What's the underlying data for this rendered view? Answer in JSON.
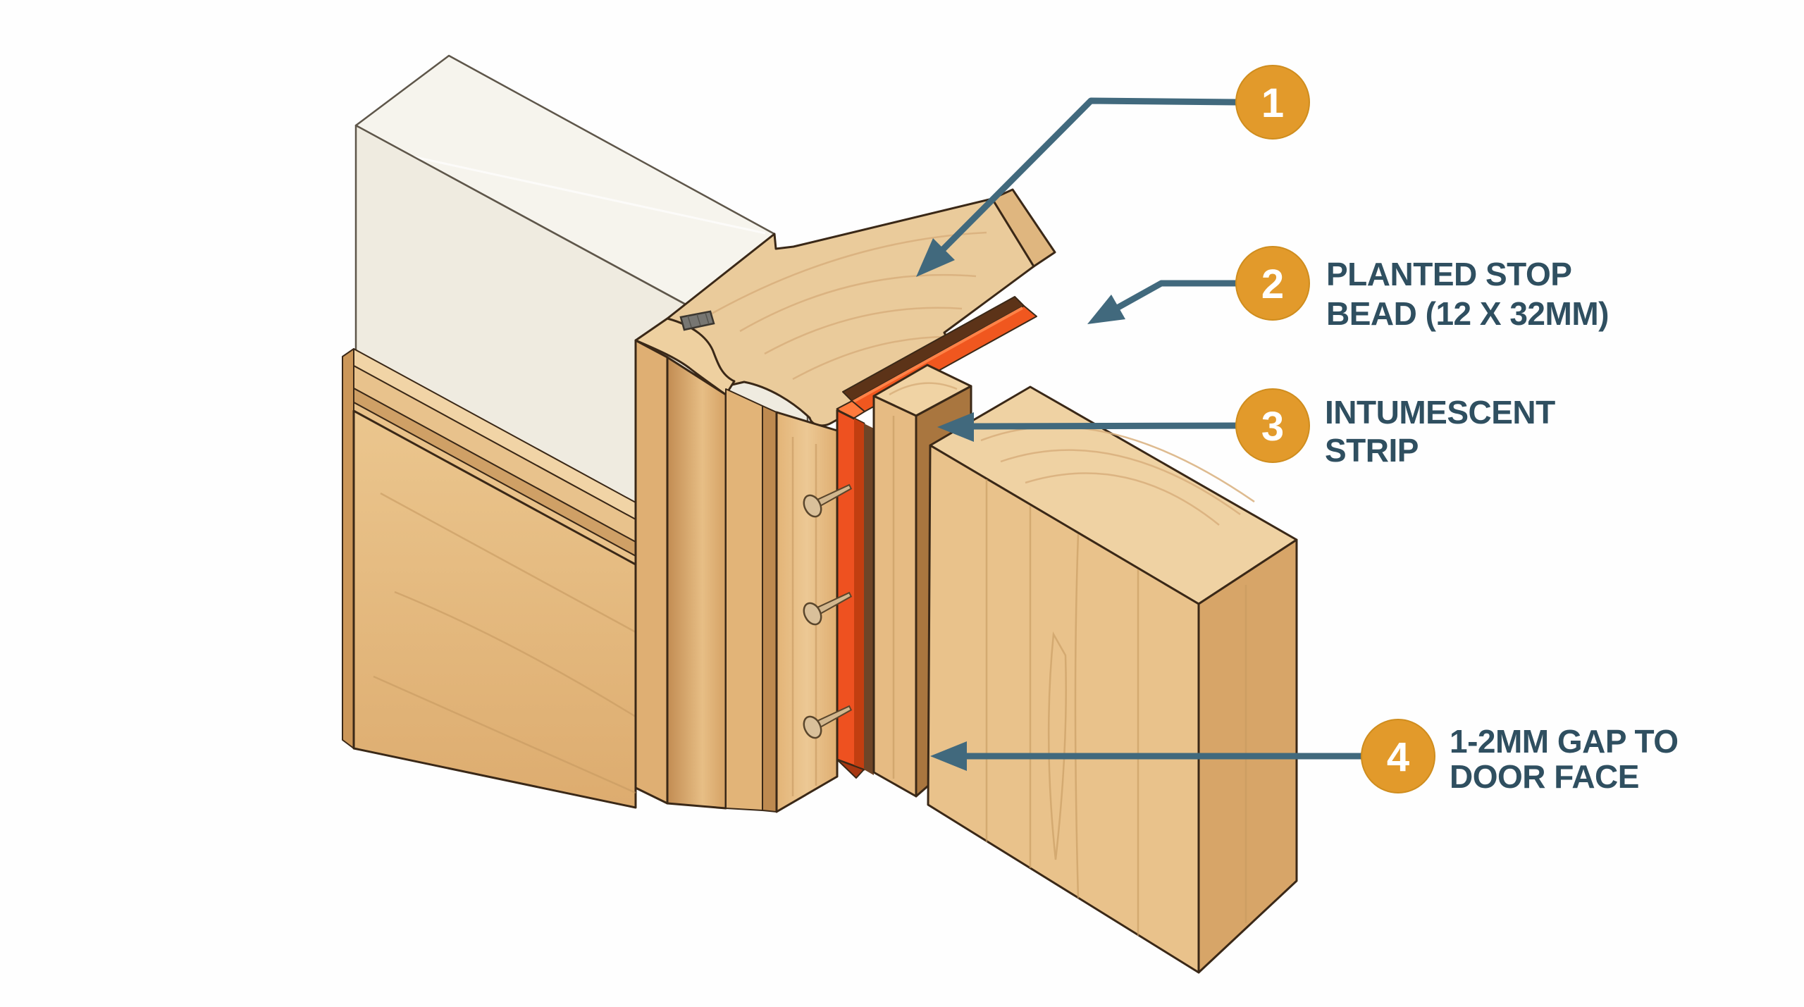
{
  "colors": {
    "background": "#FEFEFE",
    "callout_circle": "#E29A2B",
    "callout_circle_edge": "#CF8D1E",
    "leader_teal": "#41697D",
    "label_text": "#2F4F60",
    "intumescent_orange": "#EE5120",
    "intumescent_dark": "#C23E10",
    "wood_face": "#E9C28B",
    "wood_end_grain": "#EFD2A3",
    "wood_side": "#D7A568",
    "wall_plaster": "#EFEBE0",
    "outline": "#3A2817"
  },
  "callouts": [
    {
      "number": "1",
      "lines": []
    },
    {
      "number": "2",
      "lines": [
        "PLANTED STOP",
        "BEAD (12 X 32MM)"
      ]
    },
    {
      "number": "3",
      "lines": [
        "INTUMESCENT",
        "STRIP"
      ]
    },
    {
      "number": "4",
      "lines": [
        "1-2MM GAP TO",
        "DOOR FACE"
      ]
    }
  ]
}
